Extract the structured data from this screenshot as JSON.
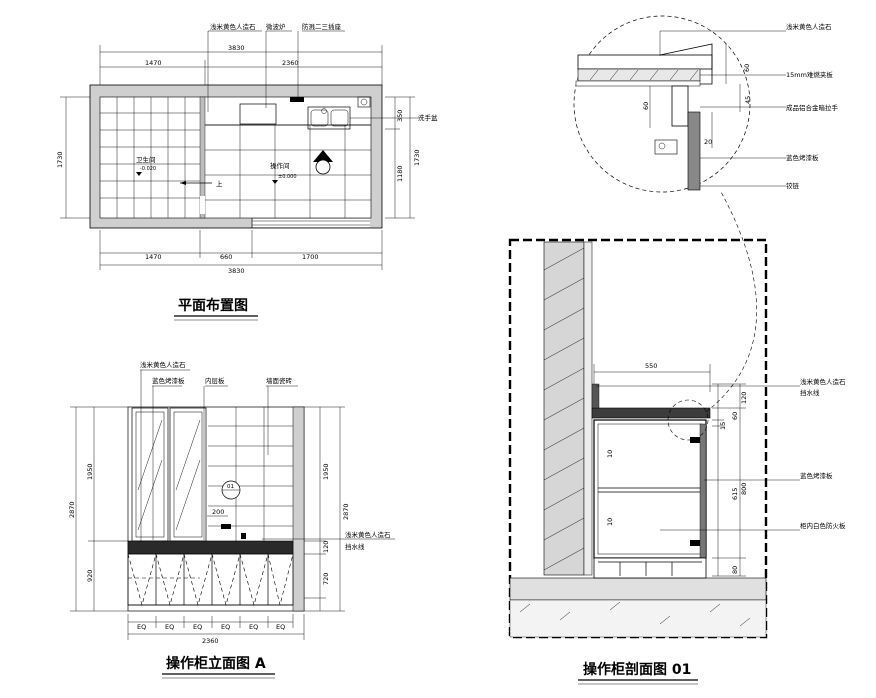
{
  "plan": {
    "title": "平面布置图",
    "top_labels": [
      "浅米黄色人造石",
      "微波炉",
      "防溅二三插座"
    ],
    "dims_top": [
      "3830",
      "1470",
      "2360"
    ],
    "dims_bottom": [
      "1470",
      "660",
      "1700",
      "3830"
    ],
    "dims_left": [
      "1730"
    ],
    "dims_right": [
      "350",
      "1180",
      "1730"
    ],
    "right_label": "洗手盆",
    "room_wc": "卫生间",
    "room_wc_elev": "-0.020",
    "room_op": "操作间",
    "room_op_elev": "±0.000",
    "arrow_text": "上"
  },
  "elevation": {
    "title": "操作柜立面图 A",
    "labels": [
      "浅米黄色人造石",
      "蓝色烤漆板",
      "内层板",
      "墙面瓷砖"
    ],
    "right_label_1": "浅米黄色人造石",
    "right_label_2": "挡水线",
    "dims_left": [
      "1950",
      "2870",
      "920"
    ],
    "dims_right": [
      "1950",
      "2870",
      "120",
      "720"
    ],
    "dim_200": "200",
    "circle_mark": "01",
    "eq": [
      "EQ",
      "EQ",
      "EQ",
      "EQ",
      "EQ",
      "EQ"
    ],
    "width": "2360"
  },
  "section": {
    "title": "操作柜剖面图 01",
    "detail_labels": [
      "浅米黄色人造石",
      "15mm难燃夹板",
      "成品铝合金暗拉手",
      "蓝色烤漆板",
      "铰链"
    ],
    "detail_dims": [
      "60",
      "60",
      "45",
      "20"
    ],
    "labels": [
      "浅米黄色人造石",
      "挡水线",
      "蓝色烤漆板",
      "柜内白色防火板"
    ],
    "dim_550": "550",
    "dims_right": [
      "120",
      "60",
      "15",
      "615",
      "800",
      "80"
    ],
    "dims_left": [
      "10",
      "10"
    ]
  }
}
